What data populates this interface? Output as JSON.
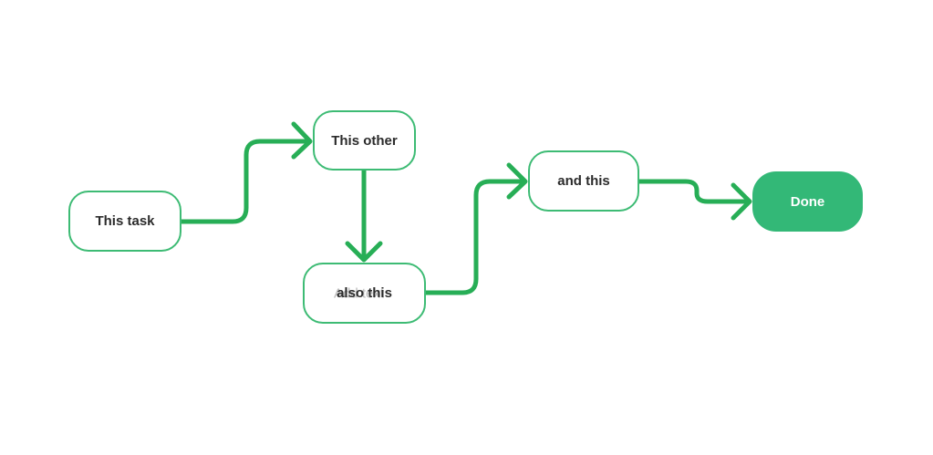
{
  "diagram": {
    "nodes": {
      "task": {
        "label": "This task"
      },
      "other": {
        "label": "This other"
      },
      "also": {
        "label": "also this",
        "ghost_label": "Add text"
      },
      "and": {
        "label": "and this"
      },
      "done": {
        "label": "Done"
      }
    },
    "edges": [
      {
        "from": "task",
        "to": "other"
      },
      {
        "from": "other",
        "to": "also"
      },
      {
        "from": "also",
        "to": "and"
      },
      {
        "from": "and",
        "to": "done"
      }
    ],
    "colors": {
      "edge": "#27ae56",
      "node_border": "#3dbb74",
      "done_fill": "#33b877",
      "text": "#2b2b2b"
    }
  }
}
